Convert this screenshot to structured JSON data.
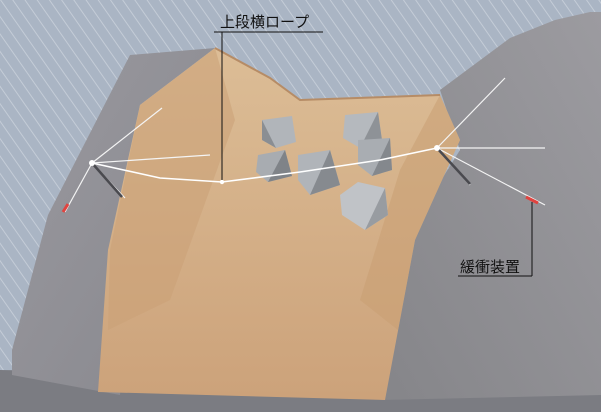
{
  "labels": {
    "upper_rope": "上段横ロープ",
    "buffer_device": "緩衝装置"
  },
  "colors": {
    "background": "#a9b4c2",
    "gravel": "#8f8f95",
    "sand": "#d7b48b",
    "sand_dark": "#c59d72",
    "rock": "#a9adb2",
    "rope": "#ffffff",
    "buffer_red": "#e0433f"
  },
  "icons": [
    "rock-debris",
    "rope-anchor",
    "buffer-device"
  ]
}
